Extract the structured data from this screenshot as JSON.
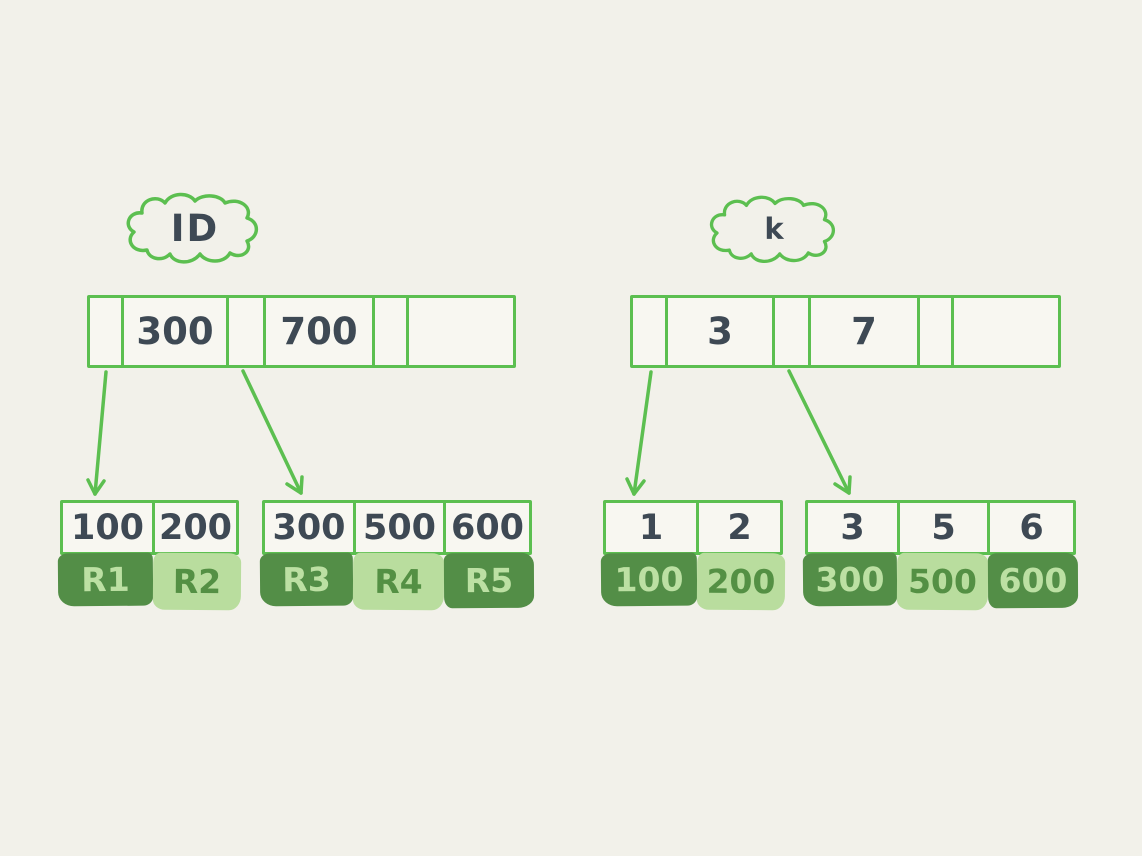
{
  "colors": {
    "background": "#f2f1ea",
    "stroke_green": "#5cbf50",
    "dark_green_fill": "#538e47",
    "light_green_fill": "#b9dd9e",
    "text_dark": "#3e4954",
    "text_on_dark": "#bce0a3",
    "text_on_light": "#549044"
  },
  "trees": [
    {
      "name": "id-index",
      "cloud_label": "ID",
      "root_cells": [
        {
          "text": ""
        },
        {
          "text": "300"
        },
        {
          "text": ""
        },
        {
          "text": "700"
        },
        {
          "text": ""
        },
        {
          "text": ""
        }
      ],
      "pointers": [
        {
          "from_cell_index": 0,
          "to_leaf_index": 0
        },
        {
          "from_cell_index": 2,
          "to_leaf_index": 1
        }
      ],
      "leaves": [
        {
          "keys": [
            "100",
            "200"
          ],
          "values": [
            {
              "text": "R1",
              "shade": "dark"
            },
            {
              "text": "R2",
              "shade": "light"
            }
          ]
        },
        {
          "keys": [
            "300",
            "500",
            "600"
          ],
          "values": [
            {
              "text": "R3",
              "shade": "dark"
            },
            {
              "text": "R4",
              "shade": "light"
            },
            {
              "text": "R5",
              "shade": "dark"
            }
          ]
        }
      ]
    },
    {
      "name": "k-index",
      "cloud_label": "k",
      "root_cells": [
        {
          "text": ""
        },
        {
          "text": "3"
        },
        {
          "text": ""
        },
        {
          "text": "7"
        },
        {
          "text": ""
        },
        {
          "text": ""
        }
      ],
      "pointers": [
        {
          "from_cell_index": 0,
          "to_leaf_index": 0
        },
        {
          "from_cell_index": 2,
          "to_leaf_index": 1
        }
      ],
      "leaves": [
        {
          "keys": [
            "1",
            "2"
          ],
          "values": [
            {
              "text": "100",
              "shade": "dark"
            },
            {
              "text": "200",
              "shade": "light"
            }
          ]
        },
        {
          "keys": [
            "3",
            "5",
            "6"
          ],
          "values": [
            {
              "text": "300",
              "shade": "dark"
            },
            {
              "text": "500",
              "shade": "light"
            },
            {
              "text": "600",
              "shade": "dark"
            }
          ]
        }
      ]
    }
  ]
}
